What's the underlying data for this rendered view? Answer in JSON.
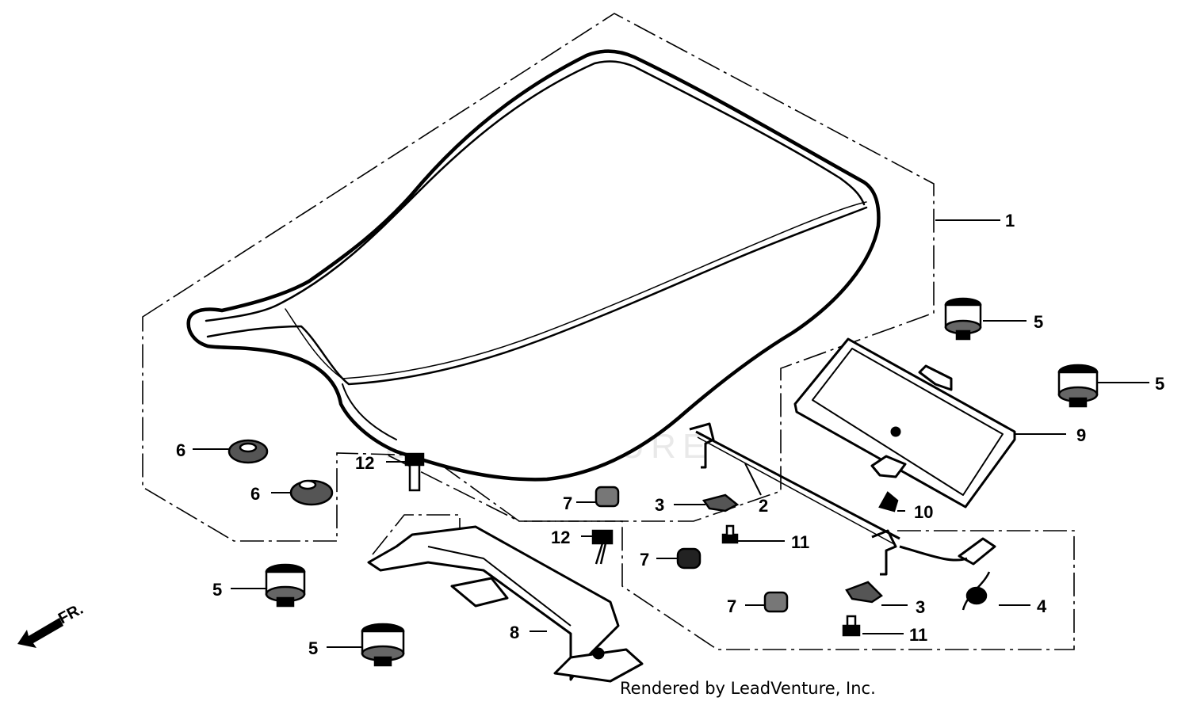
{
  "watermark": "LEADVENTURE",
  "direction_marker": "FR.",
  "credit": "Rendered by LeadVenture, Inc.",
  "callouts": [
    "1",
    "2",
    "3",
    "3",
    "4",
    "5",
    "5",
    "5",
    "5",
    "6",
    "6",
    "7",
    "7",
    "7",
    "8",
    "9",
    "10",
    "11",
    "11",
    "12",
    "12"
  ]
}
